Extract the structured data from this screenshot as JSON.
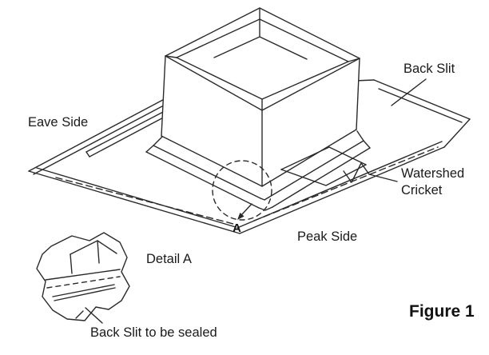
{
  "page": {
    "background": "#ffffff",
    "line_color": "#2a2a2a",
    "text_color": "#1a1a1a"
  },
  "labels": {
    "back_slit": "Back Slit",
    "eave_side": "Eave Side",
    "watershed_cricket": "Watershed Cricket",
    "peak_side": "Peak Side",
    "detail_marker": "A",
    "detail_title": "Detail A",
    "back_slit_sealed": "Back Slit to be sealed",
    "figure_caption": "Figure 1"
  }
}
